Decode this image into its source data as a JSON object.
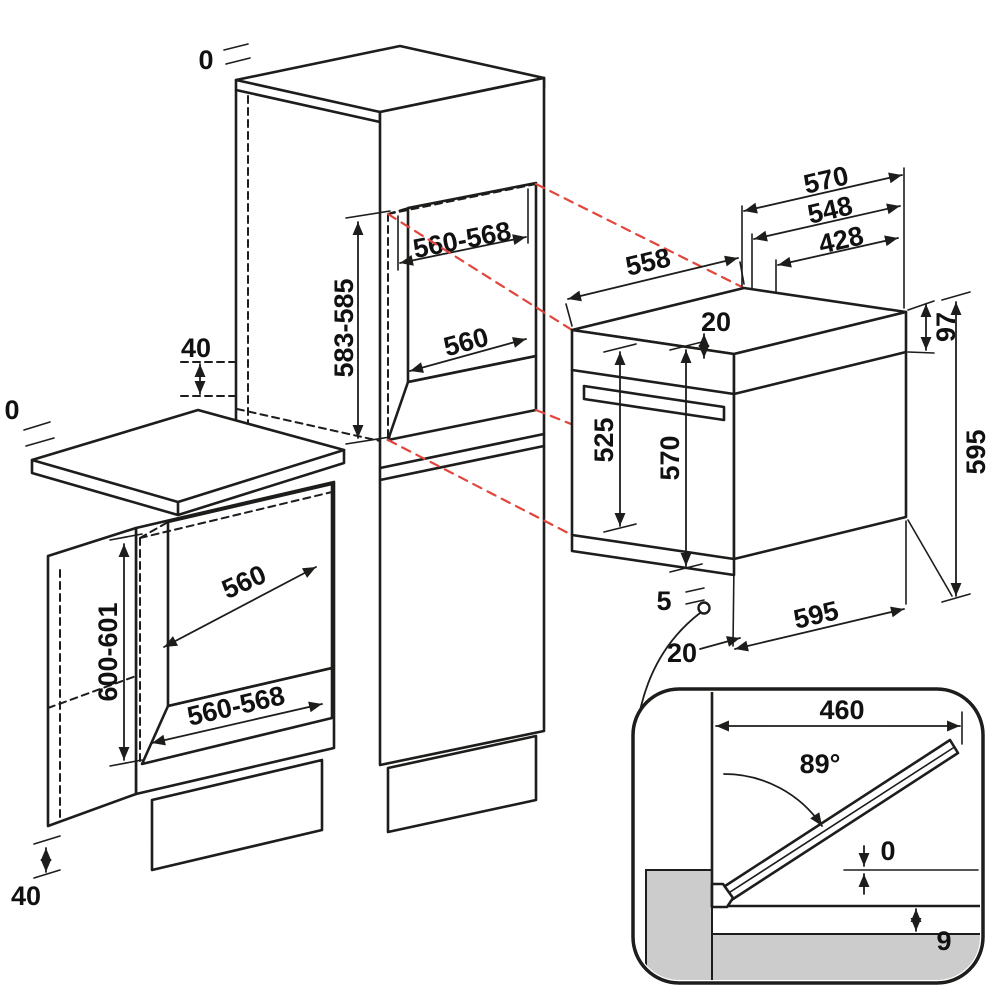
{
  "diagram": {
    "tall_cabinet": {
      "flush_top": "0",
      "side_clearance": "40",
      "niche_width": "560-568",
      "niche_height": "583-585",
      "niche_depth": "560"
    },
    "base_cabinet": {
      "flush_top": "0",
      "niche_depth": "560",
      "niche_height": "600-601",
      "niche_width": "560-568",
      "plinth_clearance": "40"
    },
    "oven": {
      "top_depth": "558",
      "depth_total": "570",
      "depth_body": "548",
      "depth_inner": "428",
      "top_clearance": "20",
      "control_panel_height": "97",
      "height": "595",
      "body_height": "525",
      "door_height": "570",
      "bottom_gap": "5",
      "bottom_clearance": "20",
      "width": "595"
    },
    "door_detail": {
      "open_depth": "460",
      "opening_angle": "89°",
      "flush_gap": "0",
      "floor_gap": "9"
    },
    "colors": {
      "line": "#1d1d1b",
      "projection_red": "#e2453c",
      "niche_back_gray": "#b5b5b5",
      "niche_floor_gray": "#d9d9d9",
      "inset_gray": "#cccccc"
    }
  }
}
